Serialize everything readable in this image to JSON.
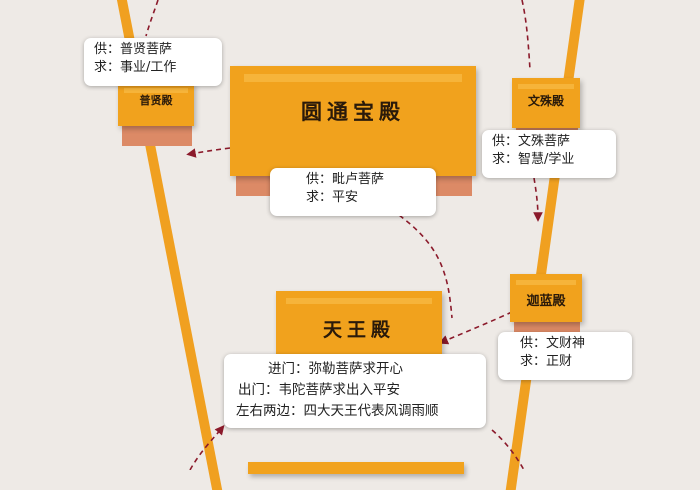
{
  "halls": {
    "yuantong": {
      "name": "圆通宝殿"
    },
    "puxian": {
      "name": "普贤殿"
    },
    "wenshu": {
      "name": "文殊殿"
    },
    "qielan": {
      "name": "迦蓝殿"
    },
    "tianwang": {
      "name": "天王殿"
    }
  },
  "callouts": {
    "puxian": {
      "line1": "供：普贤菩萨",
      "line2": "求：事业/工作"
    },
    "yuantong": {
      "line1": "供：毗卢菩萨",
      "line2": "求：平安"
    },
    "wenshu": {
      "line1": "供：文殊菩萨",
      "line2": "求：智慧/学业"
    },
    "qielan": {
      "line1": "供：文财神",
      "line2": "求：正财"
    },
    "tianwang": {
      "line1": "进门：弥勒菩萨求开心",
      "line2": "出门：韦陀菩萨求出入平安",
      "line3": "左右两边：四大天王代表风调雨顺"
    }
  },
  "colors": {
    "background": "#eeeae6",
    "wall": "#f0a020",
    "roof": "#f1a21d",
    "base": "#dc8a66",
    "path": "#8b1a2b"
  }
}
